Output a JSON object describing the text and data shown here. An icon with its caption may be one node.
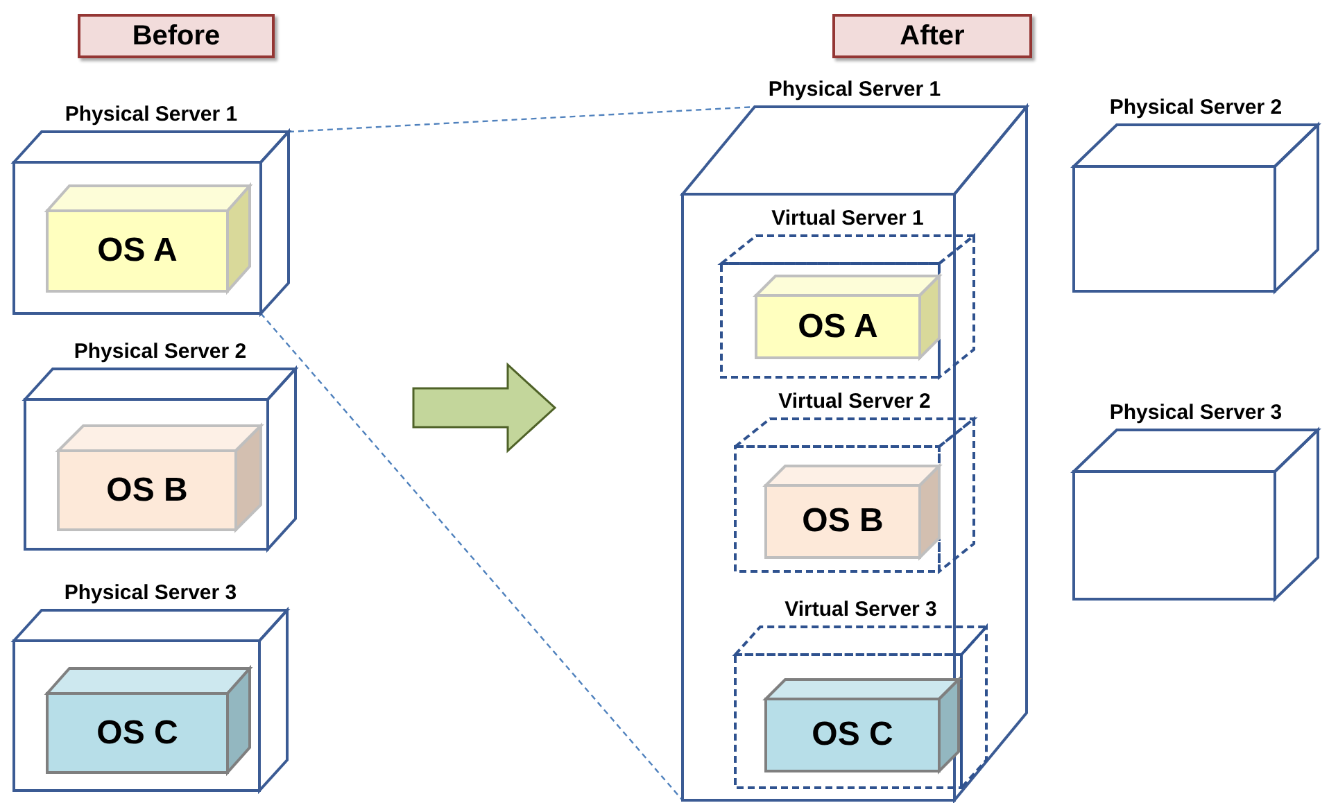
{
  "diagram": {
    "nodes": [
      {
        "text": [
          "Before"
        ]
      },
      {
        "text": [
          "After"
        ]
      },
      {
        "text": [
          "Physical Server 1"
        ]
      },
      {
        "text": [
          "OS A"
        ],
        "in": 2
      },
      {
        "text": [
          "Physical Server 2"
        ]
      },
      {
        "text": [
          "OS B"
        ],
        "in": 4
      },
      {
        "text": [
          "Physical Server 3"
        ]
      },
      {
        "text": [
          "OS C"
        ],
        "in": 6
      },
      {
        "text": [
          "Physical Server 1"
        ]
      },
      {
        "text": [
          "Virtual Server 1"
        ],
        "in": 8
      },
      {
        "text": [
          "OS A"
        ],
        "in": 9
      },
      {
        "text": [
          "Virtual Server 2"
        ],
        "in": 8
      },
      {
        "text": [
          "OS B"
        ],
        "in": 11
      },
      {
        "text": [
          "Virtual Server 3"
        ],
        "in": 8
      },
      {
        "text": [
          "OS C"
        ],
        "in": 13
      },
      {
        "text": [
          "Physical Server 2"
        ]
      },
      {
        "text": [
          "Physical Server 3"
        ]
      }
    ],
    "edges": [
      {
        "from": 2,
        "to": 8,
        "arrow": "none",
        "style": "dashed"
      },
      {
        "from": 2,
        "to": 8,
        "arrow": "none",
        "style": "dashed"
      }
    ]
  }
}
